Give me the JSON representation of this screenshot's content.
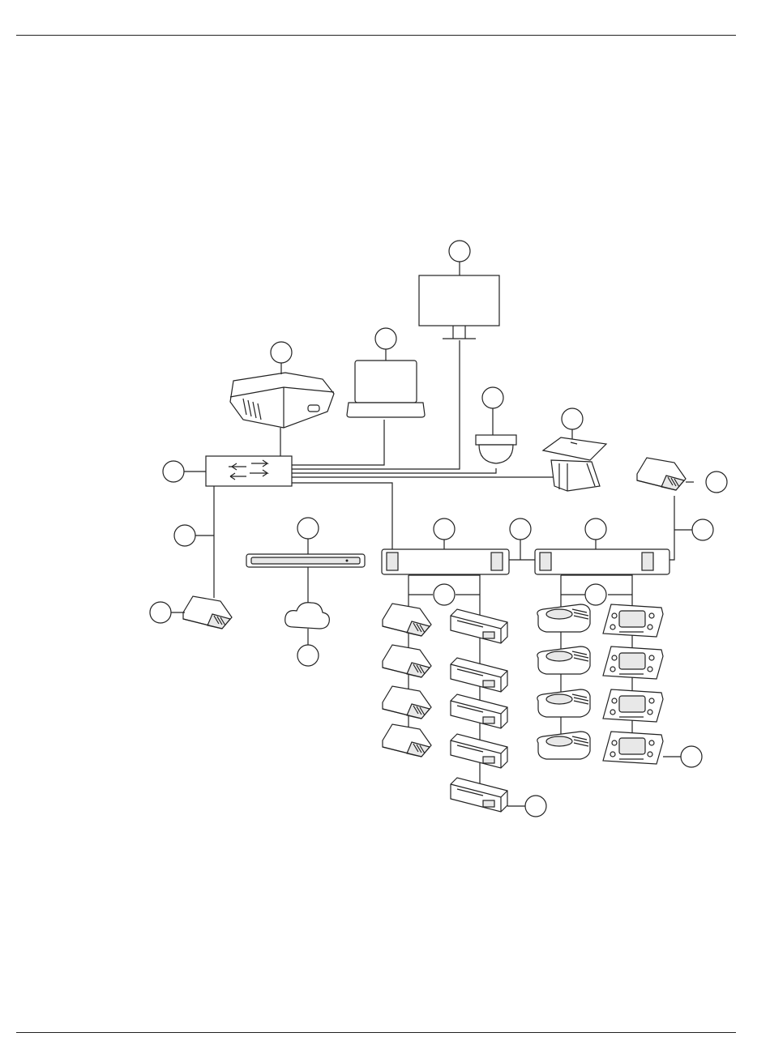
{
  "colors": {
    "line": "#222222",
    "background": "#ffffff",
    "device_fill": "#e8e8e8"
  },
  "callouts": [
    {
      "id": "monitor",
      "label": ""
    },
    {
      "id": "laptop",
      "label": ""
    },
    {
      "id": "server",
      "label": ""
    },
    {
      "id": "camera",
      "label": ""
    },
    {
      "id": "flush-unit",
      "label": ""
    },
    {
      "id": "switch",
      "label": ""
    },
    {
      "id": "switch-cable",
      "label": ""
    },
    {
      "id": "left-discussion-device",
      "label": ""
    },
    {
      "id": "media-processor",
      "label": ""
    },
    {
      "id": "cloud",
      "label": ""
    },
    {
      "id": "power-extender-1",
      "label": ""
    },
    {
      "id": "link-cable",
      "label": ""
    },
    {
      "id": "power-extender-2",
      "label": ""
    },
    {
      "id": "right-top-device",
      "label": ""
    },
    {
      "id": "right-cable",
      "label": ""
    },
    {
      "id": "trunk-1",
      "label": ""
    },
    {
      "id": "trunk-2",
      "label": ""
    },
    {
      "id": "interpreter-desk",
      "label": ""
    },
    {
      "id": "dual-use-device",
      "label": ""
    }
  ],
  "icons": [
    "monitor-icon",
    "laptop-icon",
    "server-icon",
    "dome-camera-icon",
    "flush-unit-icon",
    "network-switch-icon",
    "discussion-device-icon",
    "media-processor-icon",
    "cloud-icon",
    "power-extender-icon",
    "discussion-unit-icon",
    "interpreter-desk-icon"
  ]
}
